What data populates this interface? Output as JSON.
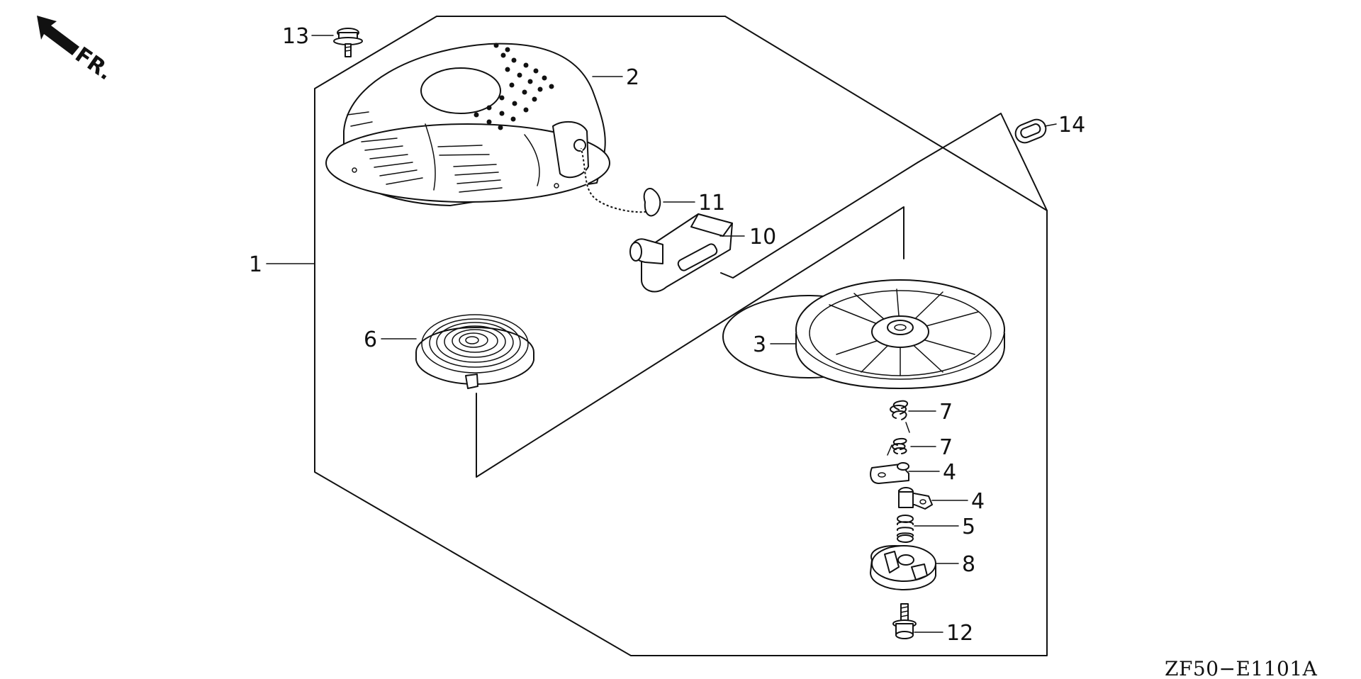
{
  "direction_label": "FR.",
  "diagram_code": "ZF50−E1101A",
  "callouts": {
    "c1": "1",
    "c2": "2",
    "c3": "3",
    "c4a": "4",
    "c4b": "4",
    "c5": "5",
    "c6": "6",
    "c7a": "7",
    "c7b": "7",
    "c8": "8",
    "c10": "10",
    "c11": "11",
    "c12": "12",
    "c13": "13",
    "c14": "14"
  },
  "icons": {
    "front_arrow": "front-direction-arrow-icon"
  }
}
